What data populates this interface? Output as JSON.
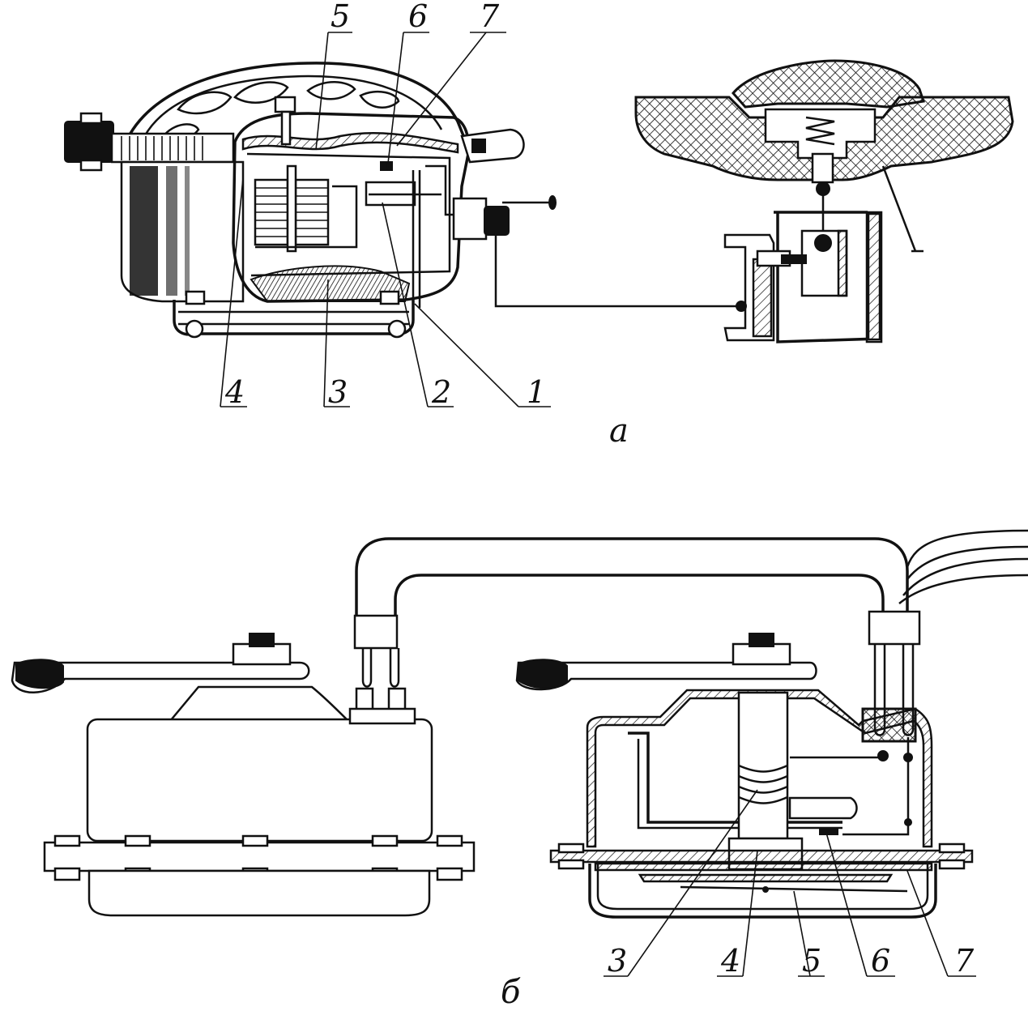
{
  "figure": {
    "captions": {
      "a": "а",
      "b": "б"
    },
    "part_a_labels": [
      "1",
      "2",
      "3",
      "4",
      "5",
      "6",
      "7"
    ],
    "part_b_labels": [
      "3",
      "4",
      "5",
      "6",
      "7"
    ]
  },
  "colors": {
    "ink": "#111111",
    "paper": "#ffffff"
  }
}
